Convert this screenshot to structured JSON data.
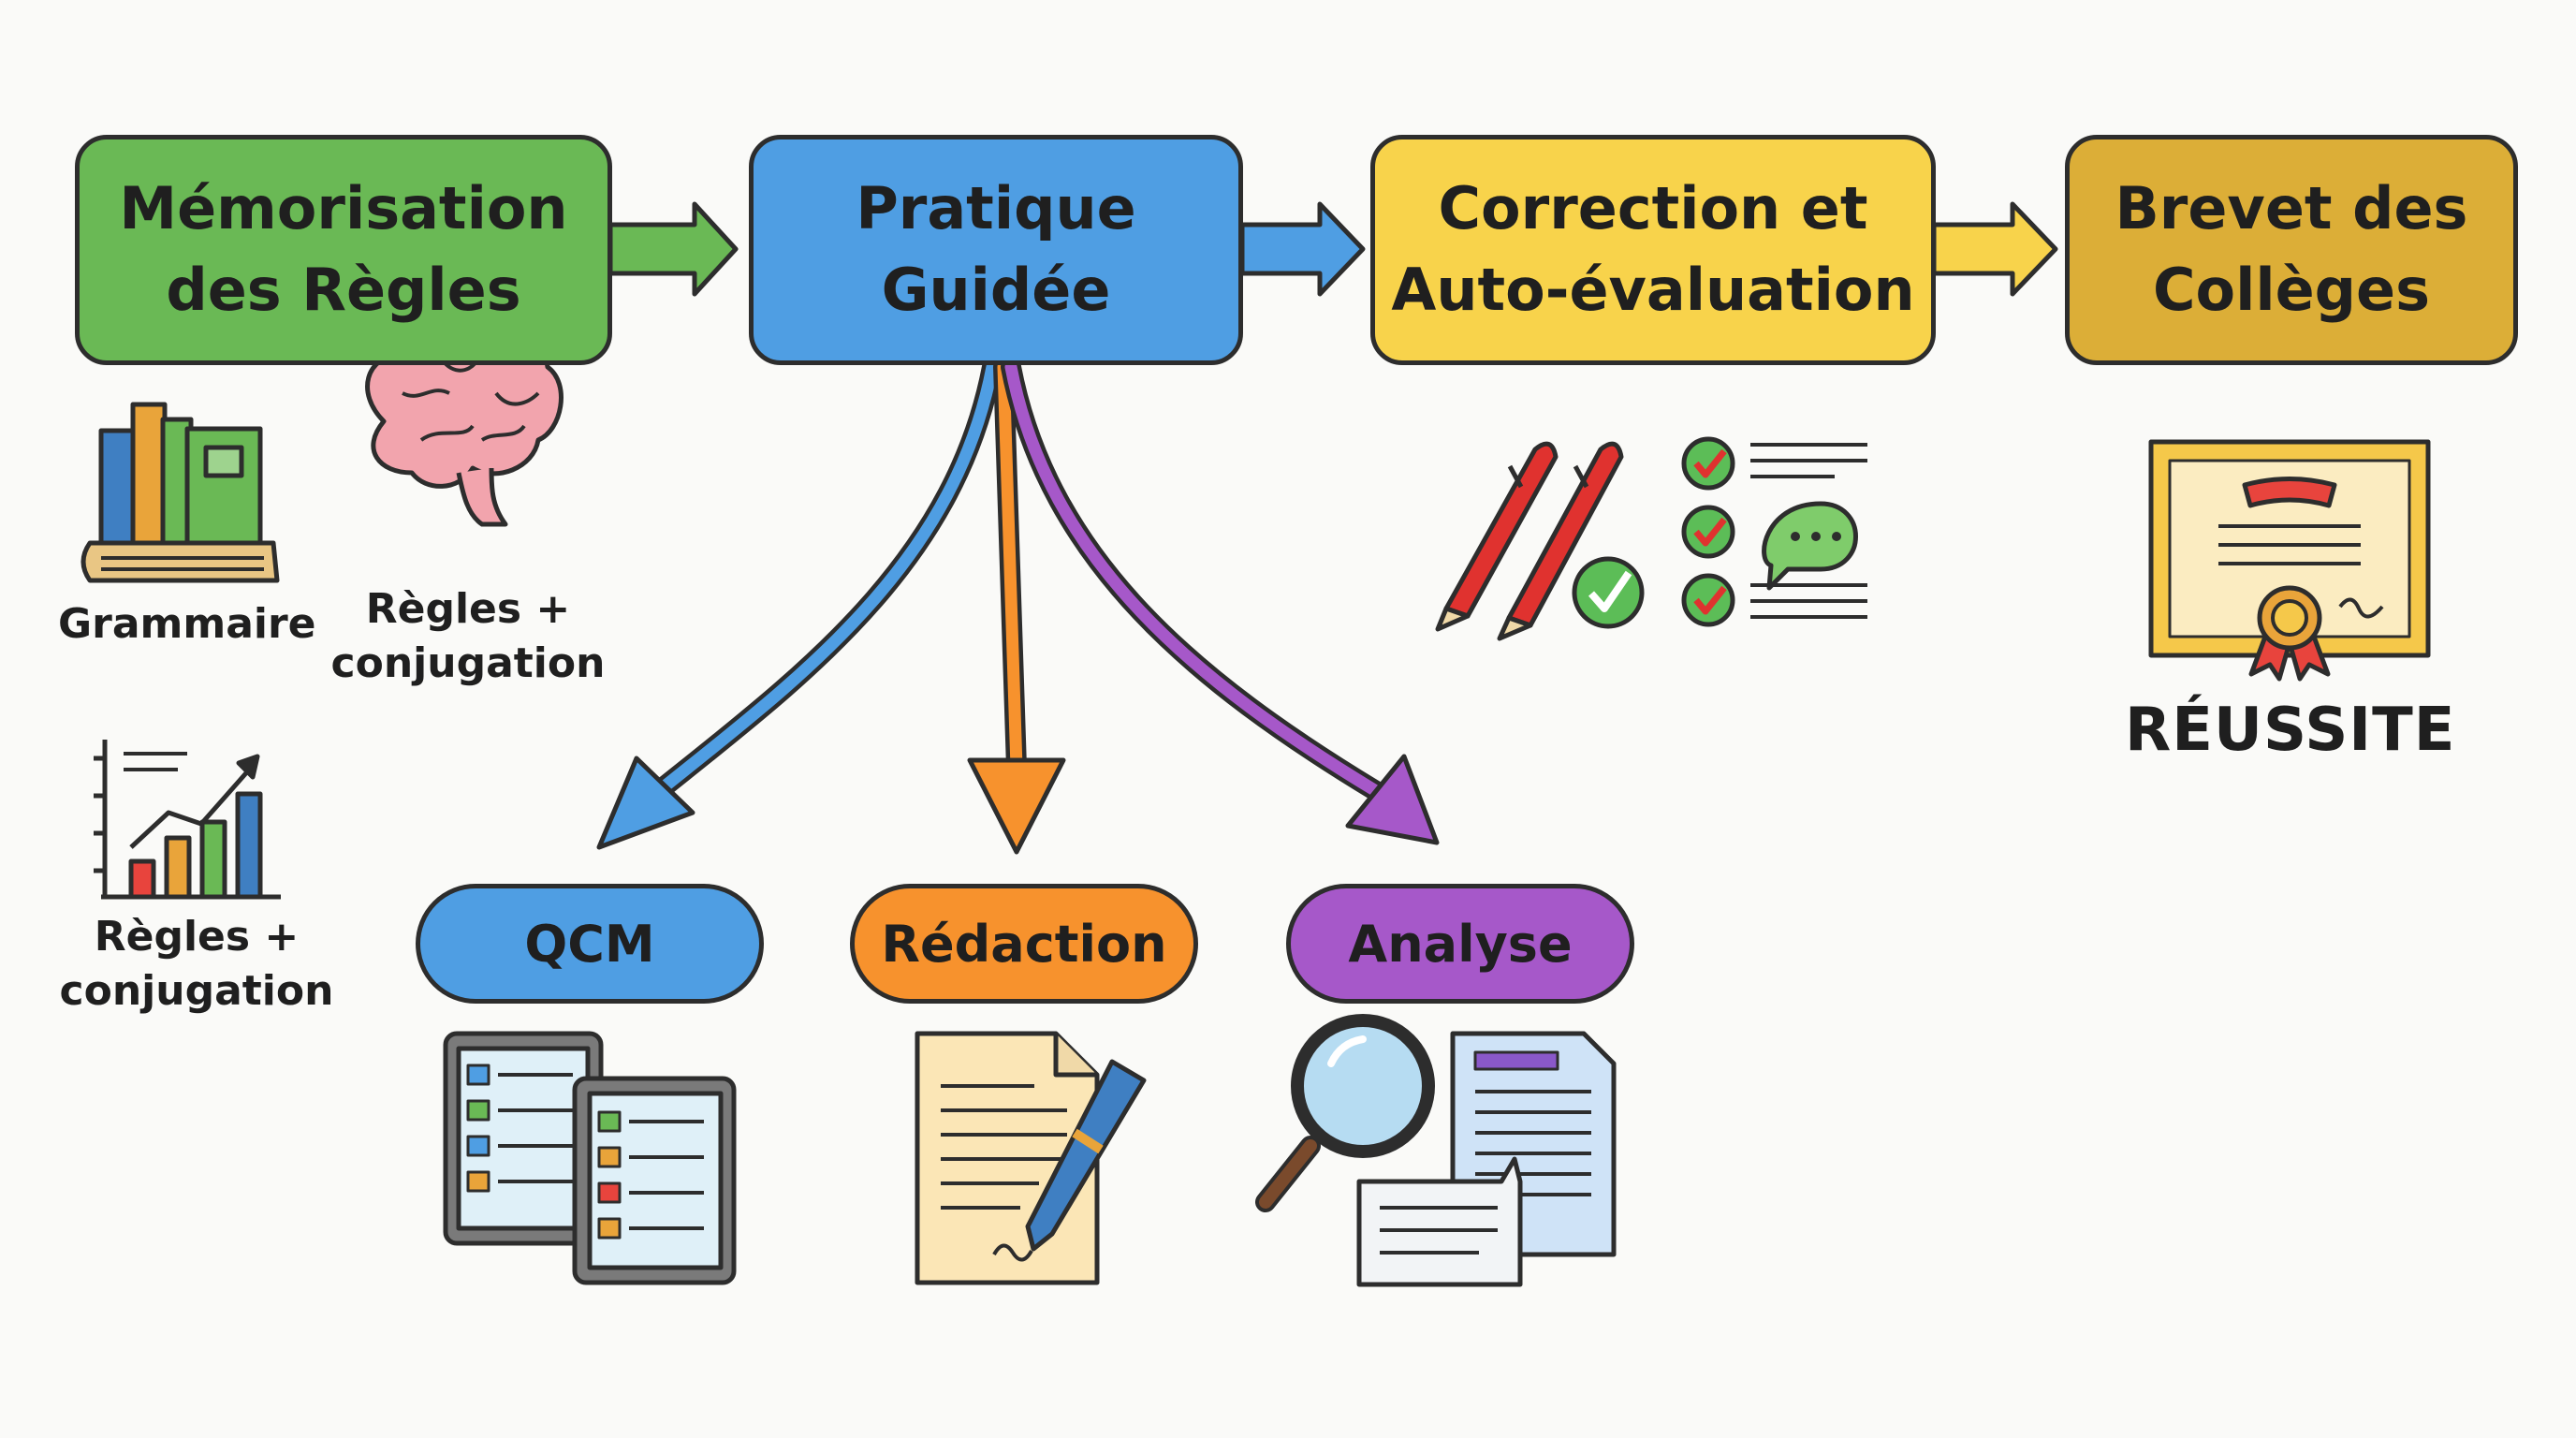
{
  "stages": [
    {
      "line1": "Mémorisation",
      "line2": "des Règles",
      "color": "#6ab955"
    },
    {
      "line1": "Pratique",
      "line2": "Guidée",
      "color": "#4f9ee3"
    },
    {
      "line1": "Correction et",
      "line2": "Auto-évaluation",
      "color": "#f8d34b"
    },
    {
      "line1": "Brevet des",
      "line2": "Collèges",
      "color": "#dcae37"
    }
  ],
  "activities": [
    {
      "label": "QCM",
      "color": "#4f9ee3"
    },
    {
      "label": "Rédaction",
      "color": "#f7922d"
    },
    {
      "label": "Analyse",
      "color": "#a658c9"
    }
  ],
  "captions": {
    "grammaire": "Grammaire",
    "regles_1_line1": "Règles +",
    "regles_1_line2": "conjugation",
    "regles_2_line1": "Règles +",
    "regles_2_line2": "conjugation",
    "reussite": "RÉUSSITE"
  },
  "arrow_colors": {
    "green": "#6ab955",
    "blue": "#4f9ee3",
    "yellow": "#f8d34b",
    "orange": "#f7922d",
    "purple": "#a658c9"
  },
  "icons": [
    "books-icon",
    "brain-icon",
    "bar-chart-icon",
    "red-pens-icon",
    "checklist-icon",
    "speech-bubble-icon",
    "diploma-certificate-icon",
    "tablet-quiz-icon",
    "document-pen-icon",
    "magnifier-document-icon"
  ]
}
